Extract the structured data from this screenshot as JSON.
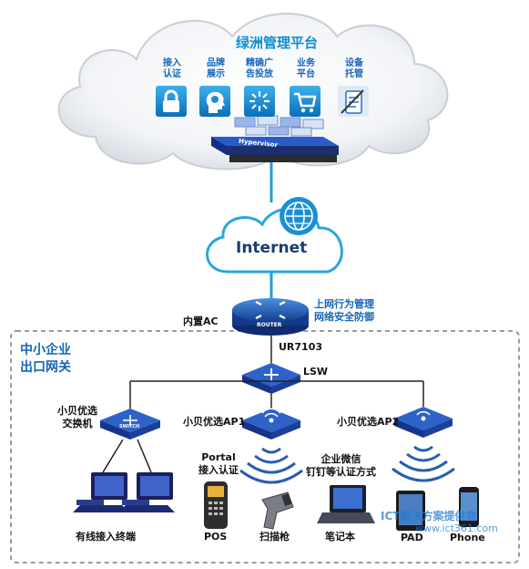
{
  "cloud": {
    "title": "绿洲管理平台",
    "services": [
      {
        "label": "接入\n认证",
        "icon": "lock-icon"
      },
      {
        "label": "品牌\n展示",
        "icon": "head-gear-icon"
      },
      {
        "label": "精确广\n告投放",
        "icon": "target-icon"
      },
      {
        "label": "业务\n平台",
        "icon": "cart-icon"
      },
      {
        "label": "设备\n托管",
        "icon": "clipboard-icon"
      }
    ],
    "server_label": "Hypervisor"
  },
  "internet": {
    "label": "Internet"
  },
  "router": {
    "name": "内置AC",
    "badge": "ROUTER",
    "features": "上网行为管理\n网络安全防御",
    "model": "UR7103"
  },
  "enterprise": {
    "label": "中小企业\n出口网关"
  },
  "lsw": {
    "label": "LSW"
  },
  "switch": {
    "label": "小贝优选\n交换机",
    "badge": "SWITCH"
  },
  "ap1": {
    "label": "小贝优选AP1"
  },
  "ap2": {
    "label": "小贝优选AP2"
  },
  "portal": {
    "label": "Portal\n接入认证"
  },
  "wechat": {
    "label": "企业微信\n钉钉等认证方式"
  },
  "devices": {
    "wired": "有线接入终端",
    "pos": "POS",
    "scanner": "扫描枪",
    "laptop": "笔记本",
    "pad": "PAD",
    "phone": "Phone"
  },
  "watermark": {
    "line1": "ICT解决方案提供商",
    "line2": "www.ict361.com"
  },
  "colors": {
    "accent": "#0a8fd0",
    "link": "#1e9fd6",
    "device": "#1565b8"
  }
}
